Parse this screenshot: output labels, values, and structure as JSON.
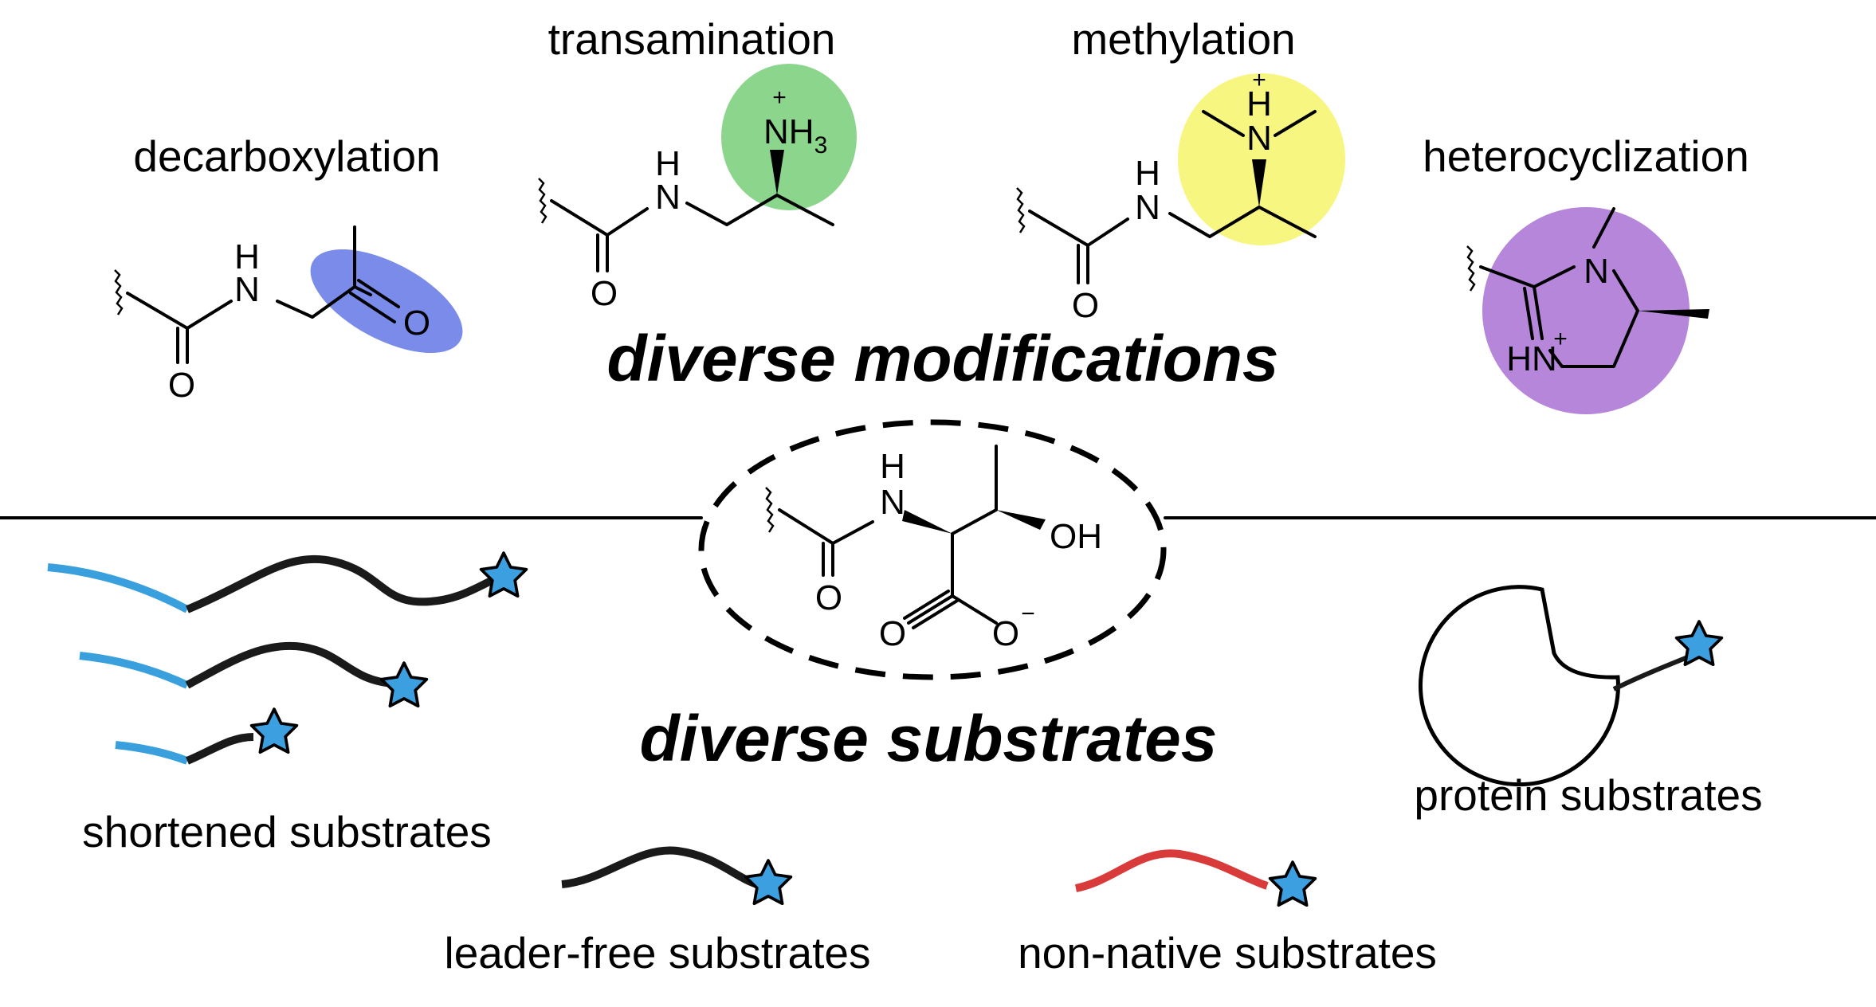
{
  "colors": {
    "decarboxylation": "#6b7ee8",
    "transamination": "#7fd07f",
    "methylation": "#f7f57a",
    "heterocyclization": "#b27fd8",
    "leader": "#3aa0dd",
    "core": "#1a1a1a",
    "nonnative": "#d93b3b",
    "star": "#3ca0e0"
  },
  "modifications": {
    "heading": "diverse modifications",
    "decarboxylation": {
      "label": "decarboxylation",
      "atoms": {
        "o_carbonyl": "O",
        "n_h": "H",
        "n": "N",
        "o_ketone": "O"
      }
    },
    "transamination": {
      "label": "transamination",
      "atoms": {
        "o_carbonyl": "O",
        "n_h": "H",
        "n": "N",
        "nh3": "NH",
        "nh3_sub": "3",
        "charge": "+"
      }
    },
    "methylation": {
      "label": "methylation",
      "atoms": {
        "o_carbonyl": "O",
        "n_h": "H",
        "n": "N",
        "nme_h": "H",
        "nme_n": "N",
        "charge": "+"
      }
    },
    "heterocyclization": {
      "label": "heterocyclization",
      "atoms": {
        "n_ring": "N",
        "hn_ring": "HN",
        "charge": "+"
      }
    }
  },
  "threonine": {
    "atoms": {
      "n_h": "H",
      "n": "N",
      "oh": "OH",
      "o_carbonyl": "O",
      "o_acid1": "O",
      "o_acid2": "O",
      "charge": "−"
    }
  },
  "substrates": {
    "heading": "diverse substrates",
    "shortened": "shortened substrates",
    "leader_free": "leader-free substrates",
    "non_native": "non-native substrates",
    "protein": "protein substrates"
  }
}
